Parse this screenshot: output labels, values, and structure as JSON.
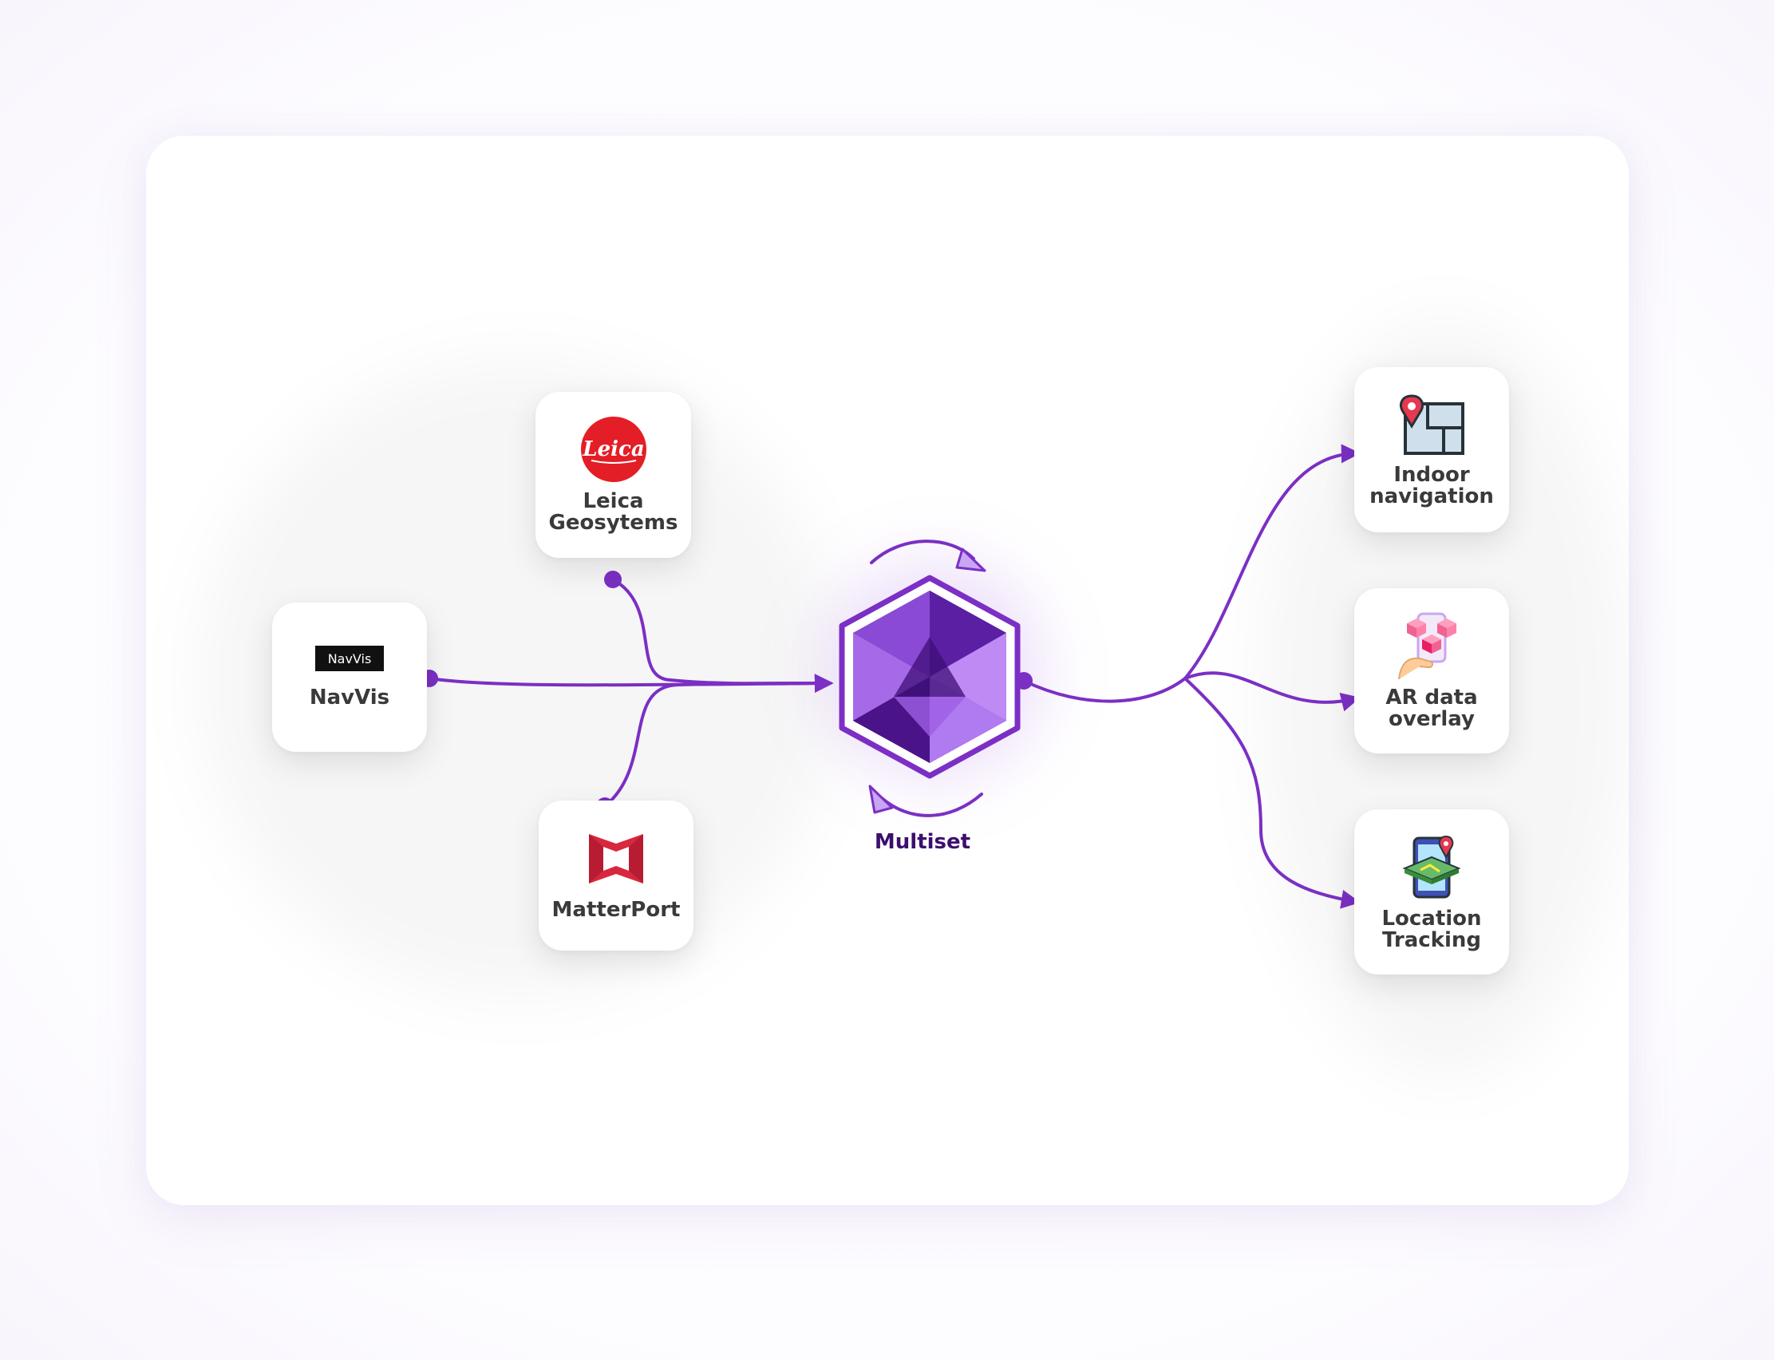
{
  "diagram": {
    "hub": {
      "label": "Multiset"
    },
    "sources": [
      {
        "id": "navvis",
        "label": "NavVis",
        "logo_text": "NavVis",
        "icon": "navvis-logo"
      },
      {
        "id": "leica",
        "label_line1": "Leica",
        "label_line2": "Geosytems",
        "logo_text": "Leica",
        "icon": "leica-logo"
      },
      {
        "id": "matterport",
        "label": "MatterPort",
        "icon": "matterport-logo"
      }
    ],
    "outputs": [
      {
        "id": "indoor",
        "label_line1": "Indoor",
        "label_line2": "navigation",
        "icon": "indoor-map-pin-icon"
      },
      {
        "id": "ar",
        "label_line1": "AR data",
        "label_line2": "overlay",
        "icon": "ar-cubes-hand-icon"
      },
      {
        "id": "tracking",
        "label_line1": "Location",
        "label_line2": "Tracking",
        "icon": "phone-map-location-icon"
      }
    ]
  },
  "colors": {
    "accent": "#7b2fc4",
    "hub_dark": "#4a1488",
    "hub_mid": "#7b3bc9",
    "hub_light": "#b77ff0",
    "leica_red": "#e41e26",
    "matterport_red": "#d9273e",
    "text": "#3a3a3a",
    "hub_text": "#3b0f6e"
  }
}
